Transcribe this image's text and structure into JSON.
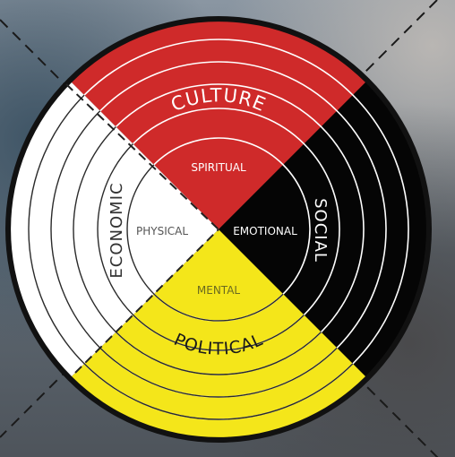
{
  "wheel": {
    "outer_labels": {
      "top": "CULTURE",
      "right": "SOCIAL",
      "bottom": "POLITICAL",
      "left": "ECONOMIC"
    },
    "inner_labels": {
      "top": "SPIRITUAL",
      "right": "EMOTIONAL",
      "bottom": "MENTAL",
      "left": "PHYSICAL"
    },
    "colors": {
      "top": "#cf2a2a",
      "right": "#050505",
      "bottom": "#f4e61a",
      "left": "#ffffff",
      "rim": "#111111"
    }
  }
}
